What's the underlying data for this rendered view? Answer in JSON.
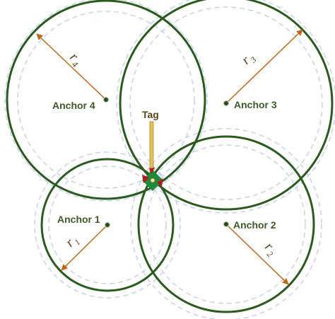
{
  "tag": {
    "label": "Tag"
  },
  "anchors": [
    {
      "label": "Anchor 1",
      "radius_symbol": "r",
      "radius_subscript": "1"
    },
    {
      "label": "Anchor 2",
      "radius_symbol": "r",
      "radius_subscript": "2"
    },
    {
      "label": "Anchor 3",
      "radius_symbol": "r",
      "radius_subscript": "3"
    },
    {
      "label": "Anchor 4",
      "radius_symbol": "r",
      "radius_subscript": "4"
    }
  ],
  "colors": {
    "circle": "#2b5a1f",
    "uncertainty": "#c7d3e8",
    "radius_line": "#c0661a",
    "tag_post": "#e3c15a",
    "anchor_dot": "#2f4a22"
  }
}
